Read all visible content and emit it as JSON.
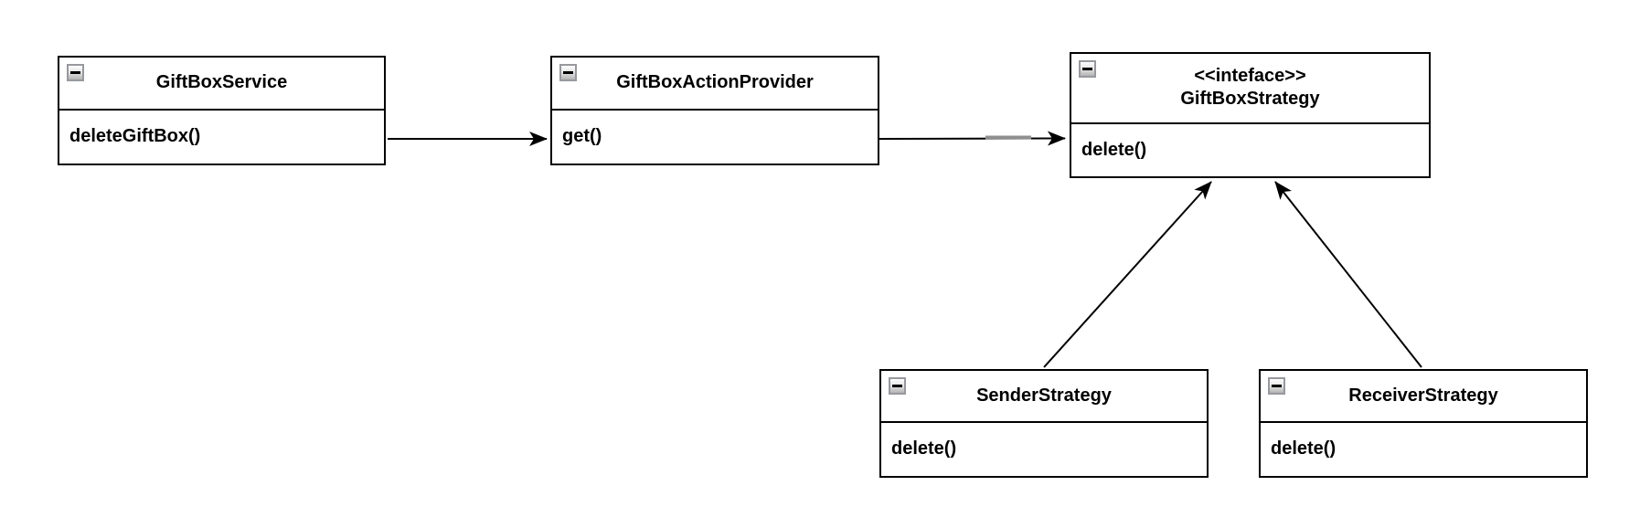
{
  "diagram": {
    "type": "uml-class-diagram",
    "classes": [
      {
        "name": "GiftBoxService",
        "stereotype": "",
        "methods": [
          "deleteGiftBox()"
        ]
      },
      {
        "name": "GiftBoxActionProvider",
        "stereotype": "",
        "methods": [
          "get()"
        ]
      },
      {
        "name": "GiftBoxStrategy",
        "stereotype": "<<inteface>>",
        "methods": [
          "delete()"
        ]
      },
      {
        "name": "SenderStrategy",
        "stereotype": "",
        "methods": [
          "delete()"
        ]
      },
      {
        "name": "ReceiverStrategy",
        "stereotype": "",
        "methods": [
          "delete()"
        ]
      }
    ],
    "relations": [
      {
        "from": "GiftBoxService",
        "to": "GiftBoxActionProvider",
        "type": "directed-arrow"
      },
      {
        "from": "GiftBoxActionProvider",
        "to": "GiftBoxStrategy",
        "type": "directed-arrow"
      },
      {
        "from": "SenderStrategy",
        "to": "GiftBoxStrategy",
        "type": "directed-arrow"
      },
      {
        "from": "ReceiverStrategy",
        "to": "GiftBoxStrategy",
        "type": "directed-arrow"
      }
    ],
    "collapse_icon_glyph": "minus",
    "colors": {
      "stroke": "#000000",
      "fill": "#ffffff",
      "icon_border": "#97999e",
      "edge_highlight_segment": "#8f8f8f"
    }
  }
}
